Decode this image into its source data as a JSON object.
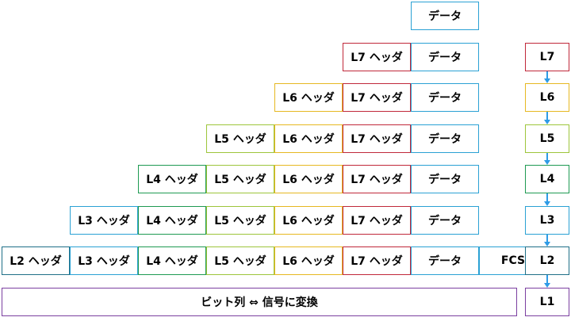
{
  "colors": {
    "data": "#2aa1d4",
    "L7": "#c0283a",
    "L6": "#e6b821",
    "L5": "#9dc53b",
    "L4": "#1e9a52",
    "L3": "#2aa1d4",
    "L2": "#1f6f87",
    "L1": "#7b3fa0",
    "arrow": "#2e9be6"
  },
  "labels": {
    "data": "データ",
    "L7": "L7 ヘッダ",
    "L6": "L6 ヘッダ",
    "L5": "L5 ヘッダ",
    "L4": "L4 ヘッダ",
    "L3": "L3 ヘッダ",
    "L2": "L2 ヘッダ",
    "fcs": "FCS",
    "bits": "ビット列 ⇔ 信号に変換"
  },
  "rows": [
    [
      "data"
    ],
    [
      "L7",
      "data"
    ],
    [
      "L6",
      "L7",
      "data"
    ],
    [
      "L5",
      "L6",
      "L7",
      "data"
    ],
    [
      "L4",
      "L5",
      "L6",
      "L7",
      "data"
    ],
    [
      "L3",
      "L4",
      "L5",
      "L6",
      "L7",
      "data"
    ],
    [
      "L2",
      "L3",
      "L4",
      "L5",
      "L6",
      "L7",
      "data",
      "fcs"
    ]
  ],
  "layers": [
    "L7",
    "L6",
    "L5",
    "L4",
    "L3",
    "L2",
    "L1"
  ]
}
